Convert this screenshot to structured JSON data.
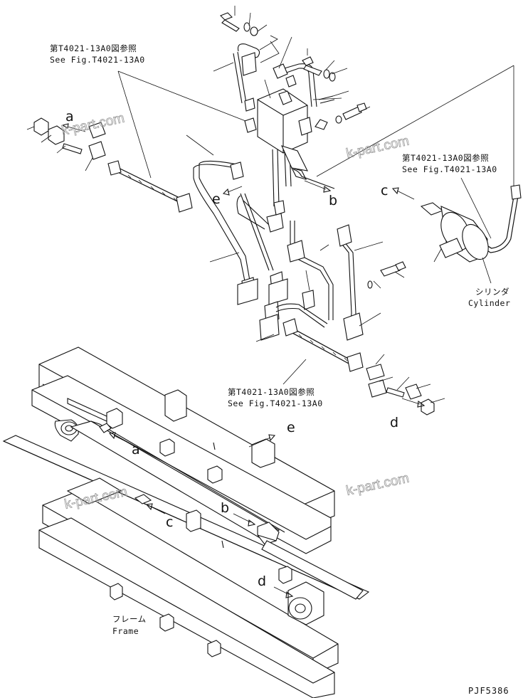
{
  "references": [
    {
      "jp": "第T4021-13A0図参照",
      "en": "See Fig.T4021-13A0"
    },
    {
      "jp": "第T4021-13A0図参照",
      "en": "See Fig.T4021-13A0"
    },
    {
      "jp": "第T4021-13A0図参照",
      "en": "See Fig.T4021-13A0"
    }
  ],
  "cylinder": {
    "jp": "シリンダ",
    "en": "Cylinder"
  },
  "frame": {
    "jp": "フレーム",
    "en": "Frame"
  },
  "connection_letters": {
    "a": "a",
    "b": "b",
    "c": "c",
    "d": "d",
    "e": "e"
  },
  "watermark": "k-part.com",
  "drawing_code": "PJF5386"
}
